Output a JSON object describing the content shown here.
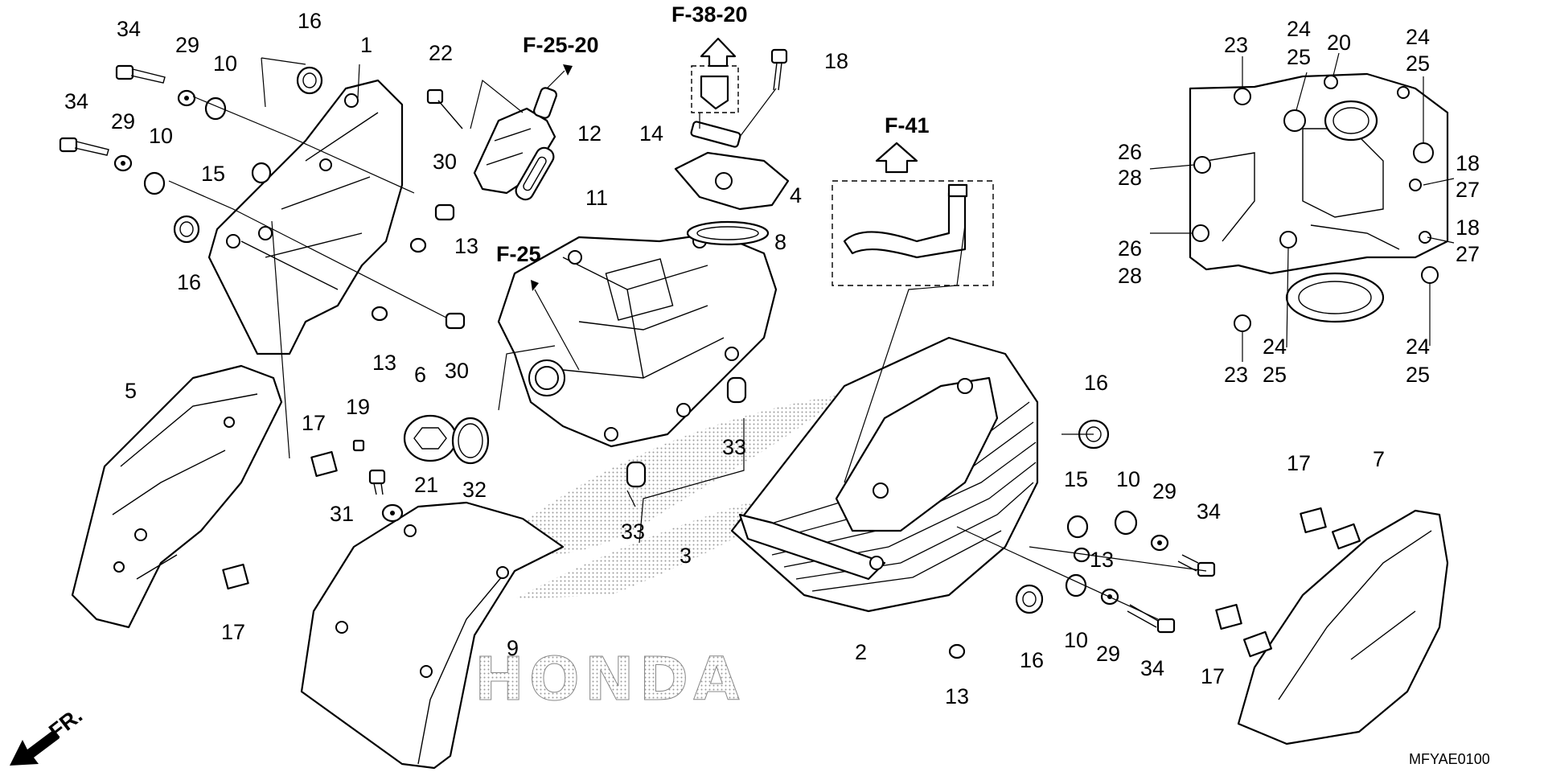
{
  "diagram_code": "MFYAE0100",
  "front_marker": "FR.",
  "watermark": "HONDA",
  "reference_labels": [
    "F-38-20",
    "F-25-20",
    "F-25",
    "F-41"
  ],
  "callouts": [
    "34",
    "29",
    "10",
    "16",
    "1",
    "22",
    "12",
    "14",
    "18",
    "4",
    "8",
    "34",
    "29",
    "10",
    "15",
    "30",
    "11",
    "13",
    "13",
    "30",
    "16",
    "5",
    "6",
    "17",
    "19",
    "21",
    "31",
    "32",
    "33",
    "33",
    "3",
    "17",
    "9",
    "2",
    "16",
    "15",
    "10",
    "29",
    "34",
    "13",
    "16",
    "10",
    "29",
    "34",
    "13",
    "17",
    "7",
    "17",
    "23",
    "24",
    "25",
    "20",
    "24",
    "25",
    "26",
    "28",
    "18",
    "27",
    "26",
    "28",
    "18",
    "27",
    "23",
    "24",
    "25",
    "24",
    "25"
  ]
}
